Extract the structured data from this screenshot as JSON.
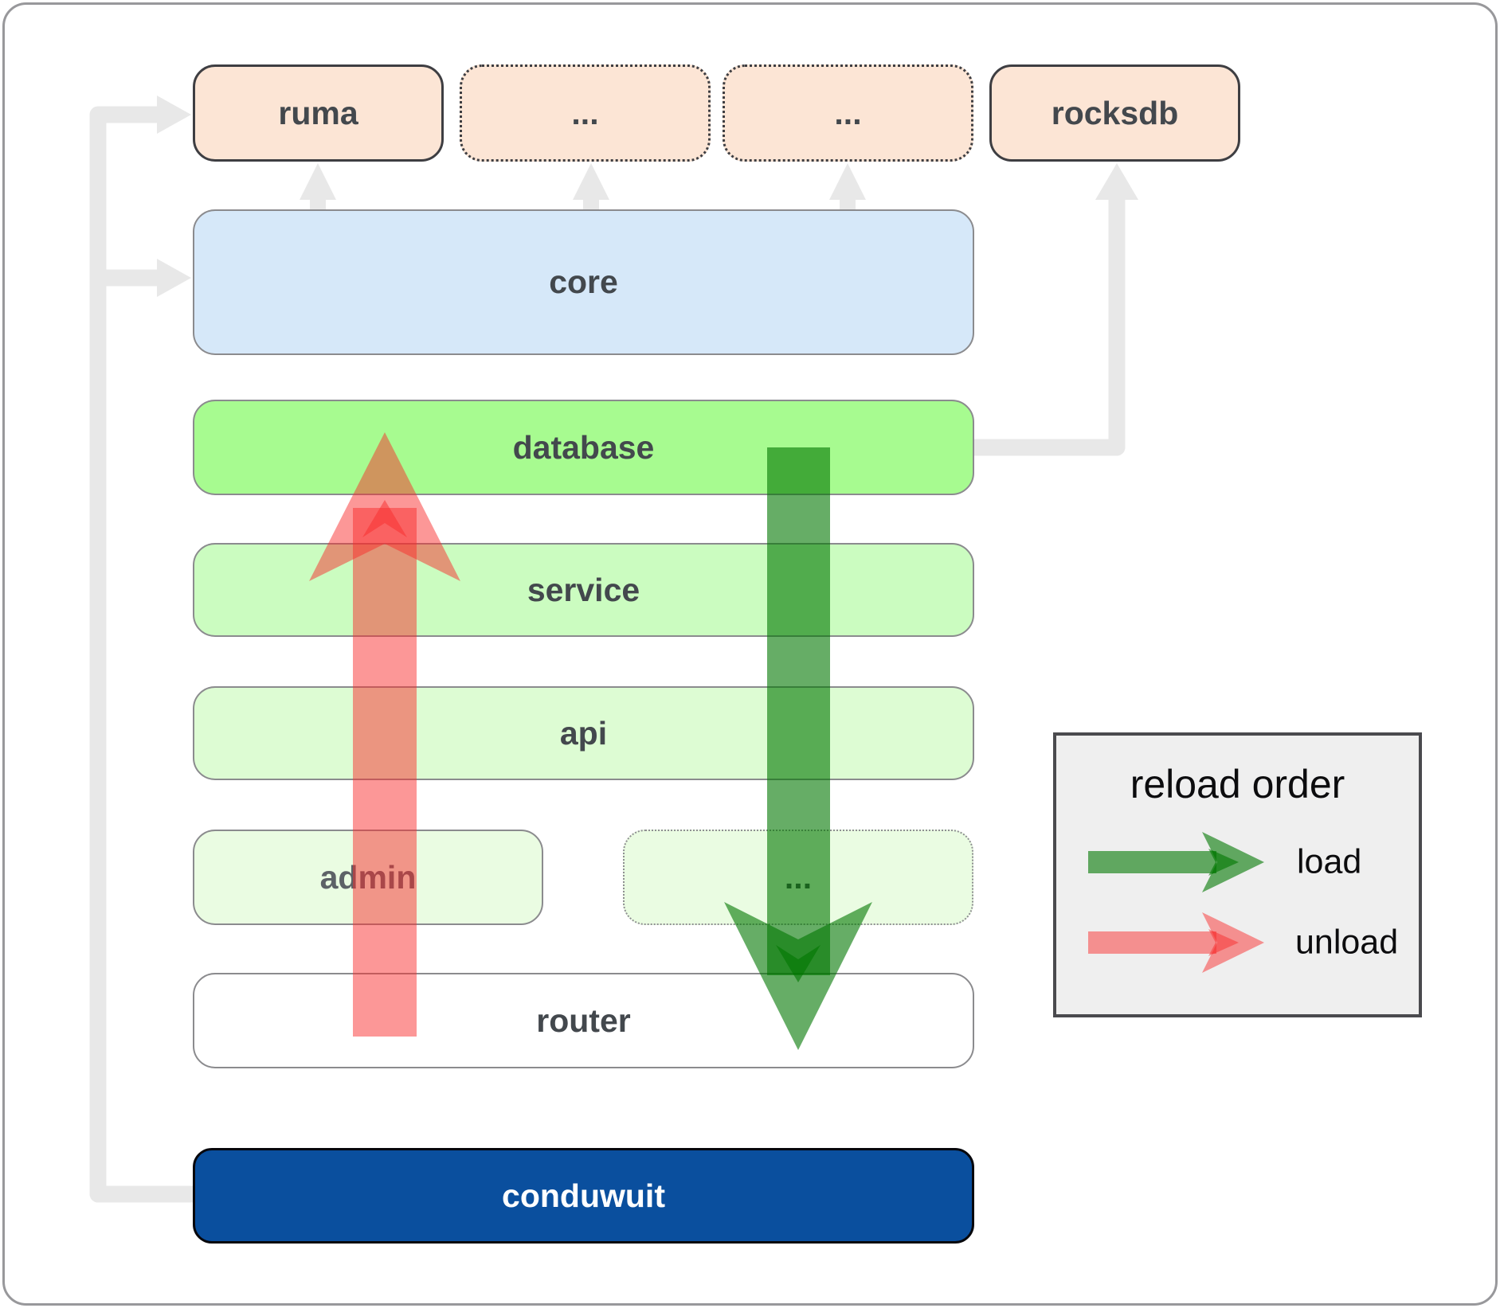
{
  "diagram": {
    "nodes": {
      "ruma": "ruma",
      "ellipsis_top_1": "...",
      "ellipsis_top_2": "...",
      "rocksdb": "rocksdb",
      "core": "core",
      "database": "database",
      "service": "service",
      "api": "api",
      "admin": "admin",
      "ellipsis_mid": "...",
      "router": "router",
      "conduwuit": "conduwuit"
    },
    "legend": {
      "title": "reload order",
      "items": [
        {
          "label": "load"
        },
        {
          "label": "unload"
        }
      ]
    },
    "colors": {
      "load-green": "#007600",
      "unload-red": "#f92b2b",
      "connector-gray": "#e8e8e8",
      "peach": "#fce5d5",
      "core-blue": "#d6e8f9",
      "database-green": "#a7fb90",
      "service-green": "#cbfcc0",
      "api-green": "#ddfcd3",
      "admin-green": "#eafce2",
      "conduwuit-blue": "#0a4f9e",
      "legend-bg": "#efefef"
    }
  }
}
